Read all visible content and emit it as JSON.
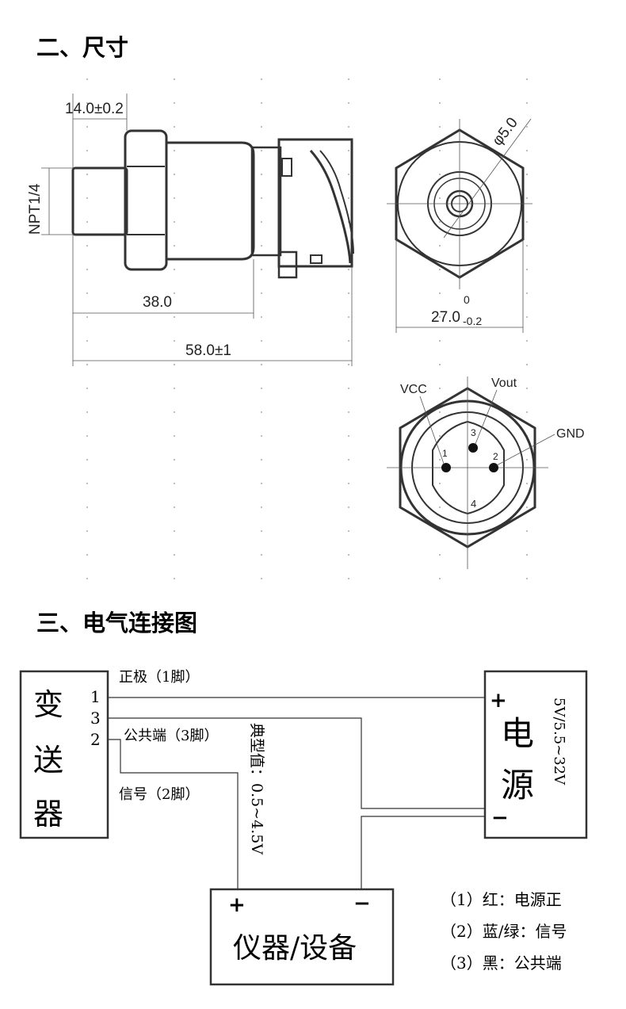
{
  "sections": {
    "dimensions_title": "二、尺寸",
    "wiring_title": "三、电气连接图"
  },
  "dimensions": {
    "thread_length": "14.0±0.2",
    "thread_type": "NPT1/4",
    "body_length": "38.0",
    "total_length": "58.0±1",
    "diameter": "φ5.0",
    "hex_size": "27.0",
    "hex_tol_upper": "0",
    "hex_tol_lower": "-0.2"
  },
  "connector": {
    "vcc_label": "VCC",
    "vout_label": "Vout",
    "gnd_label": "GND",
    "pin1": "1",
    "pin2": "2",
    "pin3": "3",
    "pin4": "4"
  },
  "wiring": {
    "transmitter_chars": [
      "变",
      "送",
      "器"
    ],
    "pin1": "1",
    "pin3": "3",
    "pin2": "2",
    "positive_label": "正极（1脚）",
    "common_label": "公共端（3脚）",
    "signal_label": "信号（2脚）",
    "typical_value": "典型值：0.5~4.5V",
    "power_chars": [
      "电",
      "源"
    ],
    "power_voltage": "5V/5.5~32V",
    "power_plus": "+",
    "power_minus": "−",
    "instrument_label": "仪器/设备",
    "instrument_plus": "+",
    "instrument_minus": "−",
    "legend": [
      "（1）红：电源正",
      "（2）蓝/绿：信号",
      "（3）黑：公共端"
    ]
  }
}
